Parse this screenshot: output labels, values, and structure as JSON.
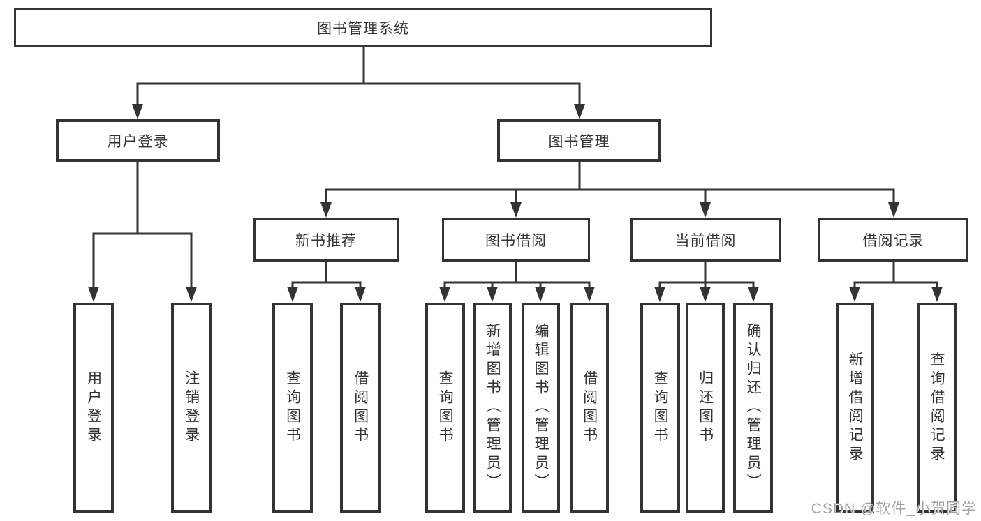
{
  "watermark": "CSDN @软件_小贺同学",
  "colors": {
    "line": "#333333",
    "box_border": "#333333",
    "text": "#333333",
    "background": "#ffffff",
    "watermark": "#a3a3a3"
  },
  "tree": {
    "root": "图书管理系统",
    "branches": [
      {
        "label": "用户登录",
        "leaves": [
          "用户登录",
          "注销登录"
        ]
      },
      {
        "label": "图书管理",
        "groups": [
          {
            "label": "新书推荐",
            "leaves": [
              "查询图书",
              "借阅图书"
            ]
          },
          {
            "label": "图书借阅",
            "leaves": [
              "查询图书",
              "新增图书（管理员）",
              "编辑图书（管理员）",
              "借阅图书"
            ]
          },
          {
            "label": "当前借阅",
            "leaves": [
              "查询图书",
              "归还图书",
              "确认归还（管理员）"
            ]
          },
          {
            "label": "借阅记录",
            "leaves": [
              "新增借阅记录",
              "查询借阅记录"
            ]
          }
        ]
      }
    ]
  }
}
